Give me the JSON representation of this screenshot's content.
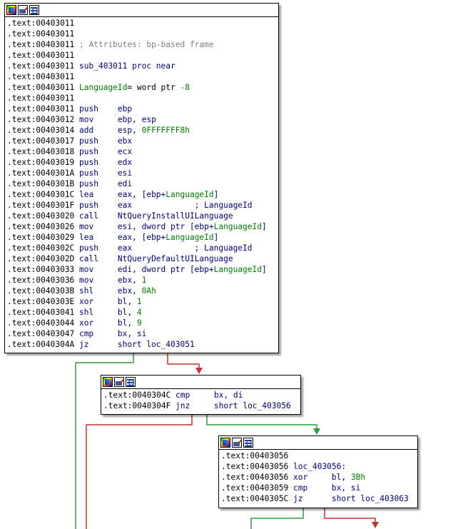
{
  "colors": {
    "edge_taken": "#2e9e3e",
    "edge_not_taken": "#c8322d",
    "comment": "#808080",
    "name": "#008000"
  },
  "blocks": [
    {
      "id": "block-403011",
      "lines": [
        {
          "addr": ".text:00403011",
          "parts": []
        },
        {
          "addr": ".text:00403011",
          "parts": []
        },
        {
          "addr": ".text:00403011",
          "parts": [
            {
              "t": " ; Attributes: bp-based frame",
              "c": "cmt"
            }
          ]
        },
        {
          "addr": ".text:00403011",
          "parts": []
        },
        {
          "addr": ".text:00403011",
          "parts": [
            {
              "t": " sub_403011 proc near",
              "c": "mn"
            }
          ]
        },
        {
          "addr": ".text:00403011",
          "parts": []
        },
        {
          "addr": ".text:00403011",
          "parts": [
            {
              "t": " LanguageId",
              "c": "gname"
            },
            {
              "t": "= word ptr ",
              "c": ""
            },
            {
              "t": "-8",
              "c": "num"
            }
          ]
        },
        {
          "addr": ".text:00403011",
          "parts": []
        },
        {
          "addr": ".text:00403011",
          "parts": [
            {
              "t": " push    ebp",
              "c": "mn"
            }
          ]
        },
        {
          "addr": ".text:00403012",
          "parts": [
            {
              "t": " mov     ebp, esp",
              "c": "mn"
            }
          ]
        },
        {
          "addr": ".text:00403014",
          "parts": [
            {
              "t": " add     esp, ",
              "c": "mn"
            },
            {
              "t": "0FFFFFFF8h",
              "c": "num"
            }
          ]
        },
        {
          "addr": ".text:00403017",
          "parts": [
            {
              "t": " push    ebx",
              "c": "mn"
            }
          ]
        },
        {
          "addr": ".text:00403018",
          "parts": [
            {
              "t": " push    ecx",
              "c": "mn"
            }
          ]
        },
        {
          "addr": ".text:00403019",
          "parts": [
            {
              "t": " push    edx",
              "c": "mn"
            }
          ]
        },
        {
          "addr": ".text:0040301A",
          "parts": [
            {
              "t": " push    esi",
              "c": "mn"
            }
          ]
        },
        {
          "addr": ".text:0040301B",
          "parts": [
            {
              "t": " push    edi",
              "c": "mn"
            }
          ]
        },
        {
          "addr": ".text:0040301C",
          "parts": [
            {
              "t": " lea     eax, [ebp+",
              "c": "mn"
            },
            {
              "t": "LanguageId",
              "c": "gname"
            },
            {
              "t": "]",
              "c": "mn"
            }
          ]
        },
        {
          "addr": ".text:0040301F",
          "parts": [
            {
              "t": " push    eax             ; LanguageId",
              "c": "mn"
            }
          ]
        },
        {
          "addr": ".text:00403020",
          "parts": [
            {
              "t": " call    ",
              "c": "mn"
            },
            {
              "t": "NtQueryInstallUILanguage",
              "c": "mn"
            }
          ]
        },
        {
          "addr": ".text:00403026",
          "parts": [
            {
              "t": " mov     esi, dword ptr [ebp+",
              "c": "mn"
            },
            {
              "t": "LanguageId",
              "c": "gname"
            },
            {
              "t": "]",
              "c": "mn"
            }
          ]
        },
        {
          "addr": ".text:00403029",
          "parts": [
            {
              "t": " lea     eax, [ebp+",
              "c": "mn"
            },
            {
              "t": "LanguageId",
              "c": "gname"
            },
            {
              "t": "]",
              "c": "mn"
            }
          ]
        },
        {
          "addr": ".text:0040302C",
          "parts": [
            {
              "t": " push    eax             ; LanguageId",
              "c": "mn"
            }
          ]
        },
        {
          "addr": ".text:0040302D",
          "parts": [
            {
              "t": " call    ",
              "c": "mn"
            },
            {
              "t": "NtQueryDefaultUILanguage",
              "c": "mn"
            }
          ]
        },
        {
          "addr": ".text:00403033",
          "parts": [
            {
              "t": " mov     edi, dword ptr [ebp+",
              "c": "mn"
            },
            {
              "t": "LanguageId",
              "c": "gname"
            },
            {
              "t": "]",
              "c": "mn"
            }
          ]
        },
        {
          "addr": ".text:00403036",
          "parts": [
            {
              "t": " mov     ebx, ",
              "c": "mn"
            },
            {
              "t": "1",
              "c": "num"
            }
          ]
        },
        {
          "addr": ".text:0040303B",
          "parts": [
            {
              "t": " shl     ebx, ",
              "c": "mn"
            },
            {
              "t": "0Ah",
              "c": "num"
            }
          ]
        },
        {
          "addr": ".text:0040303E",
          "parts": [
            {
              "t": " xor     bl, ",
              "c": "mn"
            },
            {
              "t": "1",
              "c": "num"
            }
          ]
        },
        {
          "addr": ".text:00403041",
          "parts": [
            {
              "t": " shl     bl, ",
              "c": "mn"
            },
            {
              "t": "4",
              "c": "num"
            }
          ]
        },
        {
          "addr": ".text:00403044",
          "parts": [
            {
              "t": " xor     bl, ",
              "c": "mn"
            },
            {
              "t": "9",
              "c": "num"
            }
          ]
        },
        {
          "addr": ".text:00403047",
          "parts": [
            {
              "t": " cmp     bx, si",
              "c": "mn"
            }
          ]
        },
        {
          "addr": ".text:0040304A",
          "parts": [
            {
              "t": " jz      short loc_403051",
              "c": "mn"
            }
          ]
        }
      ]
    },
    {
      "id": "block-40304c",
      "lines": [
        {
          "addr": ".text:0040304C",
          "parts": [
            {
              "t": " cmp     bx, di",
              "c": "mn"
            }
          ]
        },
        {
          "addr": ".text:0040304F",
          "parts": [
            {
              "t": " jnz     short loc_403056",
              "c": "mn"
            }
          ]
        }
      ]
    },
    {
      "id": "block-403056",
      "lines": [
        {
          "addr": ".text:00403056",
          "parts": []
        },
        {
          "addr": ".text:00403056",
          "parts": [
            {
              "t": " loc_403056:",
              "c": "mn"
            }
          ]
        },
        {
          "addr": ".text:00403056",
          "parts": [
            {
              "t": " xor     bl, ",
              "c": "mn"
            },
            {
              "t": "3Bh",
              "c": "num"
            }
          ]
        },
        {
          "addr": ".text:00403059",
          "parts": [
            {
              "t": " cmp     bx, si",
              "c": "mn"
            }
          ]
        },
        {
          "addr": ".text:0040305C",
          "parts": [
            {
              "t": " jz      short loc_403063",
              "c": "mn"
            }
          ]
        }
      ]
    }
  ]
}
